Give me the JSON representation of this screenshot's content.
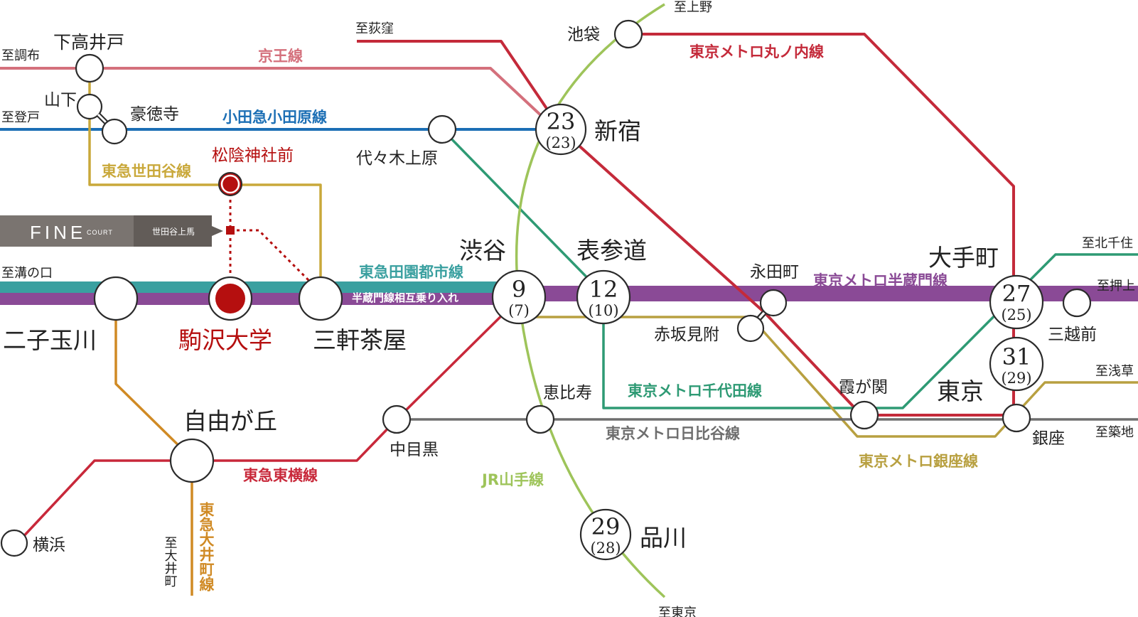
{
  "colors": {
    "keio": "#d4707c",
    "odakyu": "#1c6fb5",
    "setagaya": "#c9a83a",
    "denentoshi": "#3aa0a0",
    "hanzomon": "#8a4a96",
    "oimachi": "#d08a24",
    "toyoko": "#c8283a",
    "marunouchi": "#c42a3a",
    "chiyoda": "#2e9a74",
    "ginza": "#b8a040",
    "hibiya": "#6e6e6e",
    "yamanote": "#9ec45a",
    "komazawa_red": "#b50f0f",
    "fine_court_bg": "#7a7470"
  },
  "fine_court": {
    "brand": "FINE",
    "brand_sub": "COURT",
    "location": "世田谷上馬"
  },
  "stations": {
    "shimotakaido": "下高井戸",
    "yamashita": "山下",
    "gotokuji": "豪徳寺",
    "shoin": "松陰神社前",
    "yoyogi_uehara": "代々木上原",
    "ikebukuro": "池袋",
    "shinjuku": "新宿",
    "shibuya": "渋谷",
    "omotesando": "表参道",
    "nagatacho": "永田町",
    "akasaka_mitsuke": "赤坂見附",
    "otemachi": "大手町",
    "mitsukoshimae": "三越前",
    "tokyo": "東京",
    "kasumigaseki": "霞が関",
    "ginza": "銀座",
    "futako": "二子玉川",
    "komazawa": "駒沢大学",
    "sangenjaya": "三軒茶屋",
    "jiyugaoka": "自由が丘",
    "nakameguro": "中目黒",
    "ebisu": "恵比寿",
    "shinagawa": "品川",
    "yokohama": "横浜"
  },
  "directions": {
    "chofu": "至調布",
    "noborito": "至登戸",
    "ogikubo": "至荻窪",
    "ueno": "至上野",
    "mizonokuchi": "至溝の口",
    "kitasenju": "至北千住",
    "oshiage": "至押上",
    "asakusa": "至浅草",
    "tsukiji": "至築地",
    "tokyo_south": "至東京",
    "oimachi": "至大井町"
  },
  "lines": {
    "keio": "京王線",
    "odakyu": "小田急小田原線",
    "setagaya": "東急世田谷線",
    "denentoshi": "東急田園都市線",
    "through": "半蔵門線相互乗り入れ",
    "marunouchi": "東京メトロ丸ノ内線",
    "hanzomon": "東京メトロ半蔵門線",
    "chiyoda": "東京メトロ千代田線",
    "hibiya": "東京メトロ日比谷線",
    "ginza": "東京メトロ銀座線",
    "yamanote": "JR山手線",
    "toyoko": "東急東横線",
    "oimachi": "東急大井町線"
  },
  "minutes": {
    "shinjuku": {
      "main": "23",
      "sub": "(23)"
    },
    "shibuya": {
      "main": "9",
      "sub": "(7)"
    },
    "omotesando": {
      "main": "12",
      "sub": "(10)"
    },
    "otemachi": {
      "main": "27",
      "sub": "(25)"
    },
    "tokyo": {
      "main": "31",
      "sub": "(29)"
    },
    "shinagawa": {
      "main": "29",
      "sub": "(28)"
    }
  }
}
